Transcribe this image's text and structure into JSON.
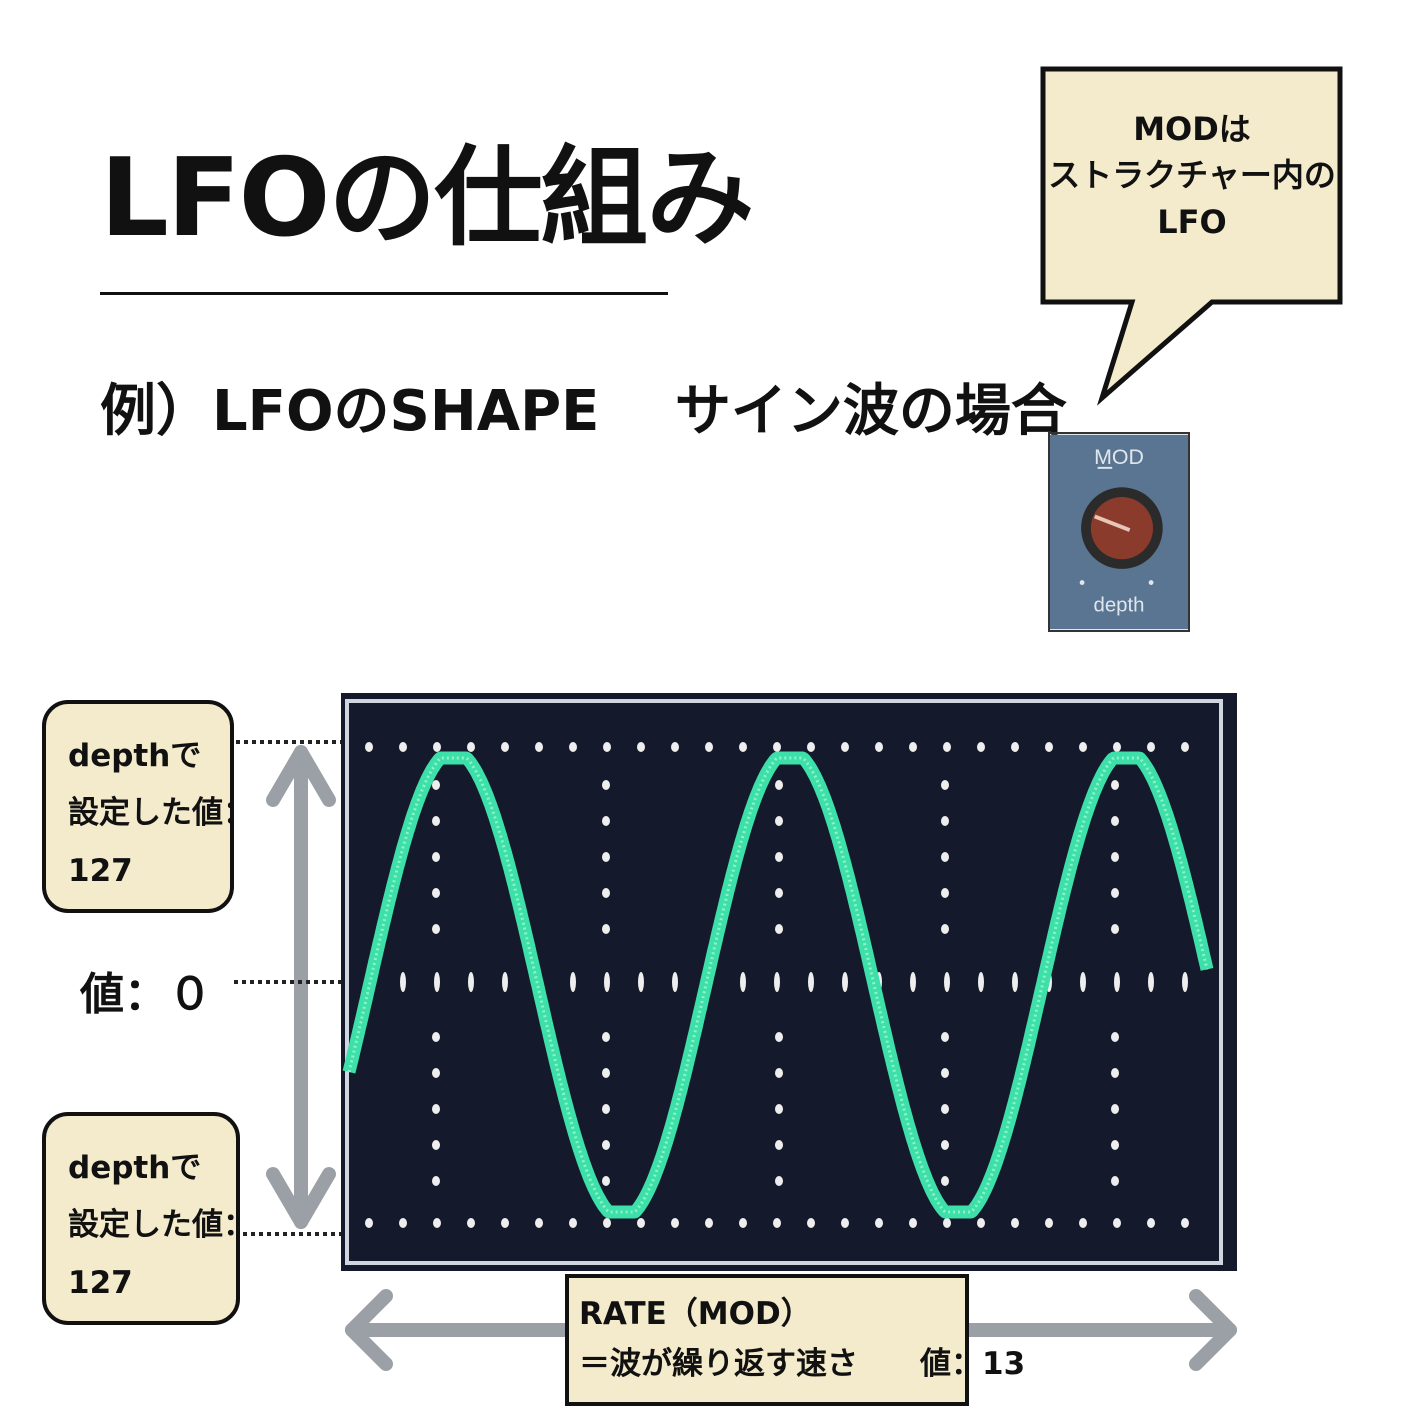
{
  "title": "LFOの仕組み",
  "subtitle": "例）LFOのSHAPE　 サイン波の場合",
  "callout": {
    "lines": [
      "MODは",
      "ストラクチャー内の",
      "LFO"
    ]
  },
  "mod_panel": {
    "top_label": "MOD",
    "bottom_label": "depth",
    "knob_color": "#8a3b2c",
    "panel_color": "#5a7591"
  },
  "notes": {
    "top": {
      "lines": [
        "depthで",
        "設定した値：",
        "127"
      ]
    },
    "bottom": {
      "lines": [
        "depthで",
        "設定した値：",
        "127"
      ]
    }
  },
  "zero_label": "値：０",
  "rate": {
    "line1": "RATE（MOD）",
    "line2": "＝波が繰り返す速さ　　値：13"
  },
  "scope": {
    "background": "#141a2c",
    "wave_color": "#3de0a8",
    "grid_color": "#eeeeee",
    "cycles": 2.55
  },
  "colors": {
    "note_fill": "#f4ebcc",
    "arrow": "#9aa0a6"
  }
}
